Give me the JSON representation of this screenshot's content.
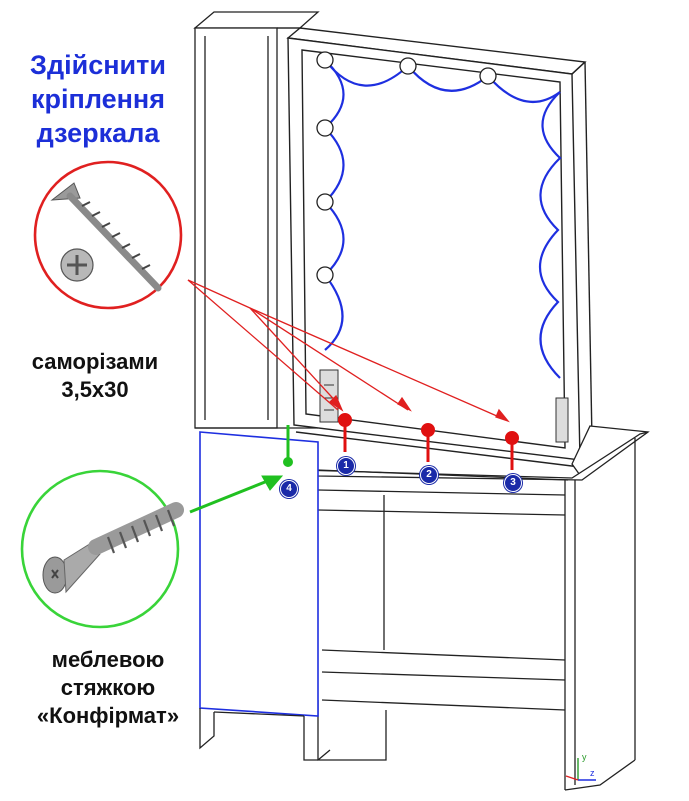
{
  "title": {
    "line1": "Здійснити",
    "line2": "кріплення",
    "line3": "дзеркала"
  },
  "screw": {
    "line1": "саморізами",
    "line2": "3,5х30"
  },
  "confirmat": {
    "line1": "меблевою",
    "line2": "стяжкою",
    "line3": "«Конфірмат»"
  },
  "markers": [
    "1",
    "2",
    "3",
    "4"
  ],
  "axes": {
    "y": "y",
    "z": "z"
  },
  "colors": {
    "title": "#1c2fd8",
    "screw_circle": "#e02020",
    "confirmat_circle": "#39d439",
    "lights": "#1e2fe0",
    "marker_red": "#e01010",
    "marker_green": "#20c020",
    "badge": "#1a2aa8"
  }
}
